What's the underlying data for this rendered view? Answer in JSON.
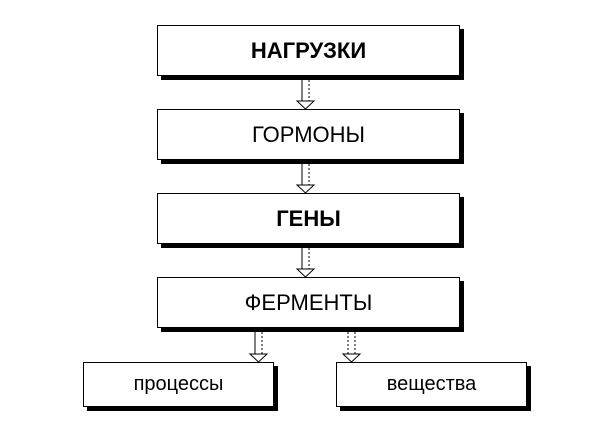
{
  "diagram": {
    "levels": [
      {
        "label": "НАГРУЗКИ"
      },
      {
        "label": "ГОРМОНЫ"
      },
      {
        "label": "ГЕНЫ"
      },
      {
        "label": "ФЕРМЕНТЫ"
      }
    ],
    "outputs": [
      {
        "label": "процессы"
      },
      {
        "label": "вещества"
      }
    ]
  }
}
